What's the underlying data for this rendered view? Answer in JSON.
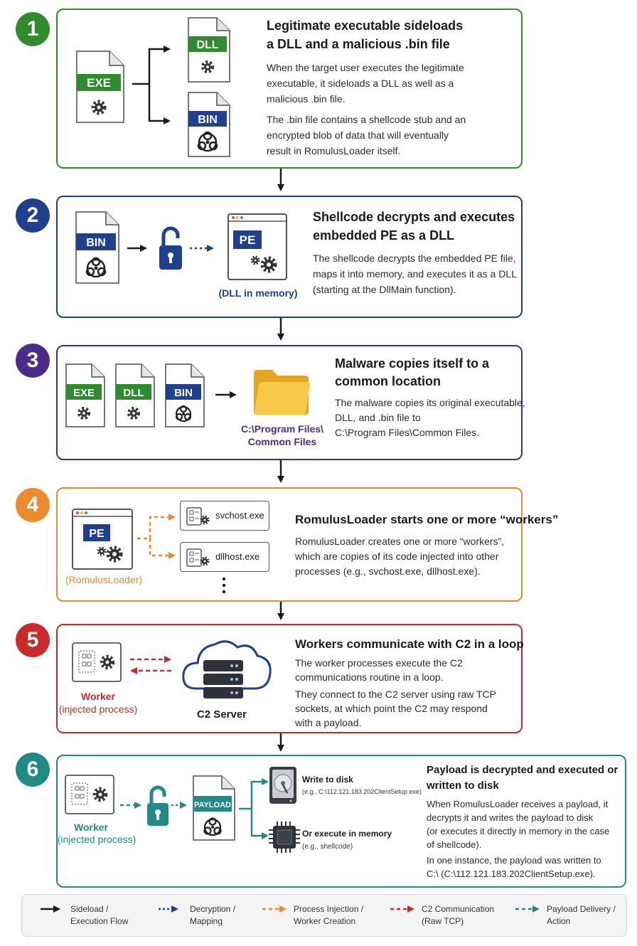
{
  "colors": {
    "green": "#2e8b2e",
    "blue": "#1f3f8f",
    "purple": "#4a2c8a",
    "orange": "#ec8b2b",
    "red": "#cc2a2a",
    "teal": "#1f8a86",
    "black": "#1a1a1a"
  },
  "steps": [
    {
      "number": "1",
      "title_line1": "Legitimate executable sideloads",
      "title_line2": "a DLL and a malicious .bin file",
      "para1_lines": [
        "When the target user executes the legitimate",
        "executable, it sideloads a DLL as well as a",
        "malicious .bin file."
      ],
      "para2_lines": [
        "The .bin file contains a shellcode stub and an",
        "encrypted blob of data that will eventually",
        "result in RomulusLoader itself."
      ],
      "file_exe": "EXE",
      "file_dll": "DLL",
      "file_bin": "BIN"
    },
    {
      "number": "2",
      "title_line1": "Shellcode decrypts and executes",
      "title_line2": "embedded PE as a DLL",
      "para_lines": [
        "The shellcode decrypts the embedded PE file,",
        "maps it into memory, and executes it as a DLL",
        "(starting at the DllMain function)."
      ],
      "file_bin": "BIN",
      "pe_label": "PE",
      "caption": "(DLL in memory)"
    },
    {
      "number": "3",
      "title_line1": "Malware copies itself to a",
      "title_line2": "common location",
      "para_lines": [
        "The malware copies its original executable,",
        "DLL, and .bin file to",
        "C:\\Program Files\\Common Files."
      ],
      "file_exe": "EXE",
      "file_dll": "DLL",
      "file_bin": "BIN",
      "caption_line1": "C:\\Program Files\\",
      "caption_line2": "Common Files"
    },
    {
      "number": "4",
      "title": "RomulusLoader starts one or more “workers”",
      "para_lines": [
        "RomulusLoader creates one or more “workers”,",
        "which are copies of its code injected into other",
        "processes (e.g., svchost.exe, dllhost.exe)."
      ],
      "pe_label": "PE",
      "caption": "(RomulusLoader)",
      "proc1": "svchost.exe",
      "proc2": "dllhost.exe"
    },
    {
      "number": "5",
      "title": "Workers communicate with C2 in a loop",
      "para1_lines": [
        "The worker processes execute the C2",
        "communications routine in a loop."
      ],
      "para2_lines": [
        "They connect to the C2 server using raw TCP",
        "sockets, at which point the C2 may respond",
        "with a payload."
      ],
      "worker_line1": "Worker",
      "worker_line2": "(injected process)",
      "server_label": "C2 Server"
    },
    {
      "number": "6",
      "title_line1": "Payload is decrypted and executed or",
      "title_line2": "written to disk",
      "para1_lines": [
        "When RomulusLoader receives a payload, it",
        "decrypts it and writes the payload to disk",
        "(or executes it directly in memory in the case",
        "of shellcode)."
      ],
      "para2_lines": [
        "In one instance, the payload was written to",
        "C:\\ (C:\\112.121.183.202ClientSetup.exe)."
      ],
      "worker_line1": "Worker",
      "worker_line2": "(injected process)",
      "payload_label": "PAYLOAD",
      "disk_title": "Write to disk",
      "disk_sub": "(e.g., C:\\112.121.183.202ClientSetup.exe)",
      "mem_title": "Or execute in memory",
      "mem_sub": "(e.g., shellcode)"
    }
  ],
  "legend": [
    {
      "line1": "Sideload /",
      "line2": "Execution Flow",
      "style": "solid",
      "color": "#1a1a1a"
    },
    {
      "line1": "Decryption /",
      "line2": "Mapping",
      "style": "dotted",
      "color": "#1f3f8f"
    },
    {
      "line1": "Process Injection /",
      "line2": "Worker Creation",
      "style": "dashed",
      "color": "#ec8b2b"
    },
    {
      "line1": "C2 Communication",
      "line2": "(Raw TCP)",
      "style": "dashed",
      "color": "#cc2a2a"
    },
    {
      "line1": "Payload Delivery /",
      "line2": "Action",
      "style": "dashed",
      "color": "#1f8a86"
    }
  ]
}
